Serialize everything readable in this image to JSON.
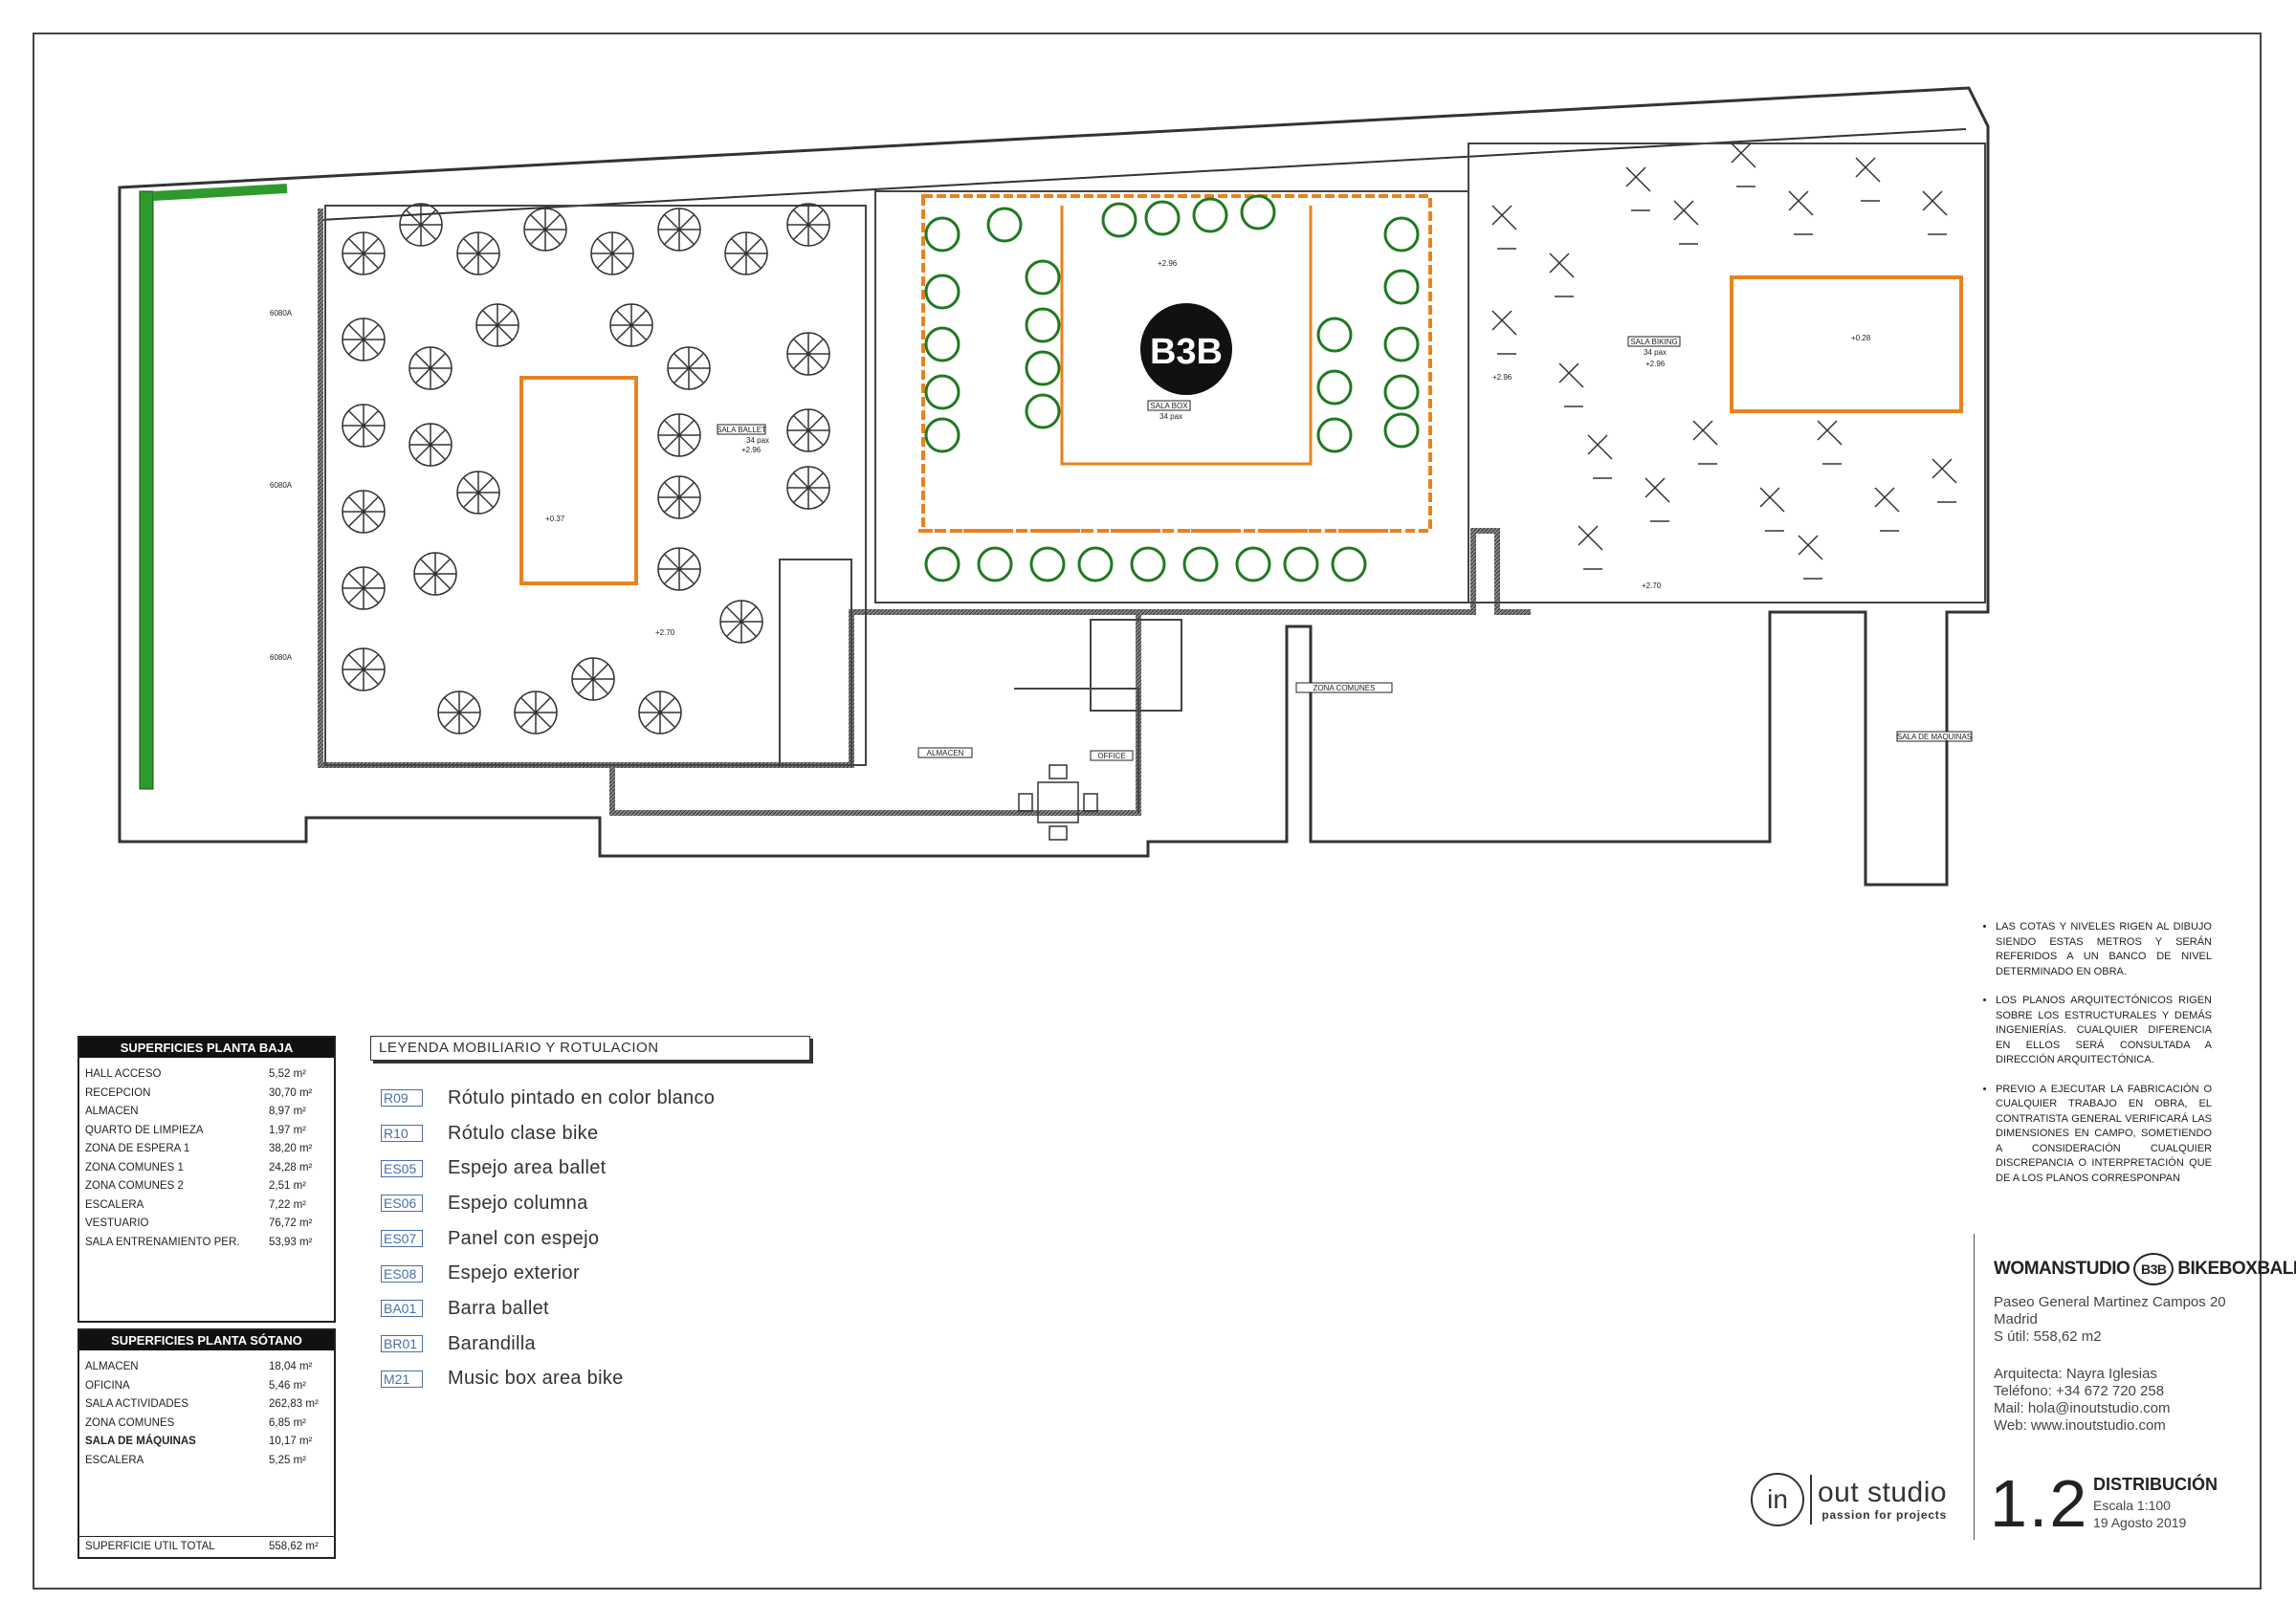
{
  "colors": {
    "line": "#333333",
    "orange": "#e8821e",
    "green": "#1f7a1f",
    "blue": "#4a6fa5",
    "red": "#cc2222"
  },
  "plan": {
    "logo_text": "B3B",
    "rooms": [
      {
        "label": "SALA BALLET",
        "pax": "34 pax",
        "level": "+2.96"
      },
      {
        "label": "SALA BOX",
        "pax": "34 pax",
        "level": "+2.96"
      },
      {
        "label": "SALA BIKING",
        "pax": "34 pax",
        "level": "+2.96"
      },
      {
        "label": "ALMACEN"
      },
      {
        "label": "OFFICE"
      },
      {
        "label": "ZONA COMUNES"
      },
      {
        "label": "SALA DE MAQUINAS"
      }
    ],
    "levels": [
      "+0.37",
      "+2.70",
      "+2.96",
      "+0.28",
      "+2.70"
    ],
    "side_labels": [
      "6080A",
      "6080A",
      "6080A"
    ]
  },
  "table_baja": {
    "title": "SUPERFICIES PLANTA BAJA",
    "rows": [
      {
        "name": "HALL ACCESO",
        "value": "5,52 m²"
      },
      {
        "name": "RECEPCION",
        "value": "30,70 m²"
      },
      {
        "name": "ALMACEN",
        "value": "8,97 m²"
      },
      {
        "name": "QUARTO DE LIMPIEZA",
        "value": "1,97 m²"
      },
      {
        "name": "ZONA DE ESPERA 1",
        "value": "38,20 m²"
      },
      {
        "name": "ZONA COMUNES 1",
        "value": "24,28 m²"
      },
      {
        "name": "ZONA COMUNES 2",
        "value": "2,51 m²"
      },
      {
        "name": "ESCALERA",
        "value": "7,22 m²"
      },
      {
        "name": "VESTUARIO",
        "value": "76,72 m²"
      },
      {
        "name": "SALA ENTRENAMIENTO PER.",
        "value": "53,93 m²"
      }
    ]
  },
  "table_sotano": {
    "title": "SUPERFICIES PLANTA SÓTANO",
    "rows": [
      {
        "name": "ALMACEN",
        "value": "18,04 m²"
      },
      {
        "name": "OFICINA",
        "value": "5,46 m²"
      },
      {
        "name": "SALA ACTIVIDADES",
        "value": "262,83 m²"
      },
      {
        "name": "ZONA COMUNES",
        "value": "6,85 m²"
      },
      {
        "name": "SALA DE MÁQUINAS",
        "value": "10,17 m²"
      },
      {
        "name": "ESCALERA",
        "value": "5,25 m²"
      }
    ],
    "total_name": "SUPERFICIE UTIL TOTAL",
    "total_value": "558,62 m²"
  },
  "legend": {
    "title": "LEYENDA MOBILIARIO Y ROTULACION",
    "items": [
      {
        "code": "R09",
        "desc": "Rótulo pintado en color blanco"
      },
      {
        "code": "R10",
        "desc": "Rótulo clase bike"
      },
      {
        "code": "ES05",
        "desc": "Espejo area ballet"
      },
      {
        "code": "ES06",
        "desc": "Espejo columna"
      },
      {
        "code": "ES07",
        "desc": "Panel con espejo"
      },
      {
        "code": "ES08",
        "desc": "Espejo exterior"
      },
      {
        "code": "BA01",
        "desc": "Barra ballet"
      },
      {
        "code": "BR01",
        "desc": "Barandilla"
      },
      {
        "code": "M21",
        "desc": "Music box area bike"
      }
    ]
  },
  "notes": [
    "LAS COTAS Y NIVELES RIGEN AL DIBUJO SIENDO ESTAS METROS Y SERÁN REFERIDOS A UN BANCO DE NIVEL DETERMINADO EN OBRA.",
    "LOS PLANOS ARQUITECTÓNICOS RIGEN SOBRE LOS ESTRUCTURALES Y DEMÁS INGENIERÍAS. CUALQUIER DIFERENCIA EN ELLOS SERÁ CONSULTADA A DIRECCIÓN ARQUITECTÓNICA.",
    "PREVIO A EJECUTAR LA FABRICACIÓN O CUALQUIER TRABAJO EN OBRA, EL CONTRATISTA GENERAL VERIFICARÁ LAS DIMENSIONES EN CAMPO, SOMETIENDO A CONSIDERACIÓN CUALQUIER DISCREPANCIA O INTERPRETACIÓN QUE DE A LOS PLANOS CORRESPONPAN"
  ],
  "title_block": {
    "brand_left": "WOMANSTUDIO",
    "brand_mid": "B3B",
    "brand_right": "BIKEBOXBALLET",
    "address1": "Paseo General Martinez Campos 20",
    "address2": "Madrid",
    "area": "S útil: 558,62 m2",
    "architect": "Arquitecta: Nayra Iglesias",
    "phone": "Teléfono: +34 672 720 258",
    "mail": "Mail: hola@inoutstudio.com",
    "web": "Web: www.inoutstudio.com",
    "sheet_number": "1.2",
    "sheet_title": "DISTRIBUCIÓN",
    "scale": "Escala 1:100",
    "date": "19 Agosto 2019"
  },
  "studio_logo": {
    "in": "in",
    "out": "out studio",
    "tagline": "passion for projects"
  }
}
